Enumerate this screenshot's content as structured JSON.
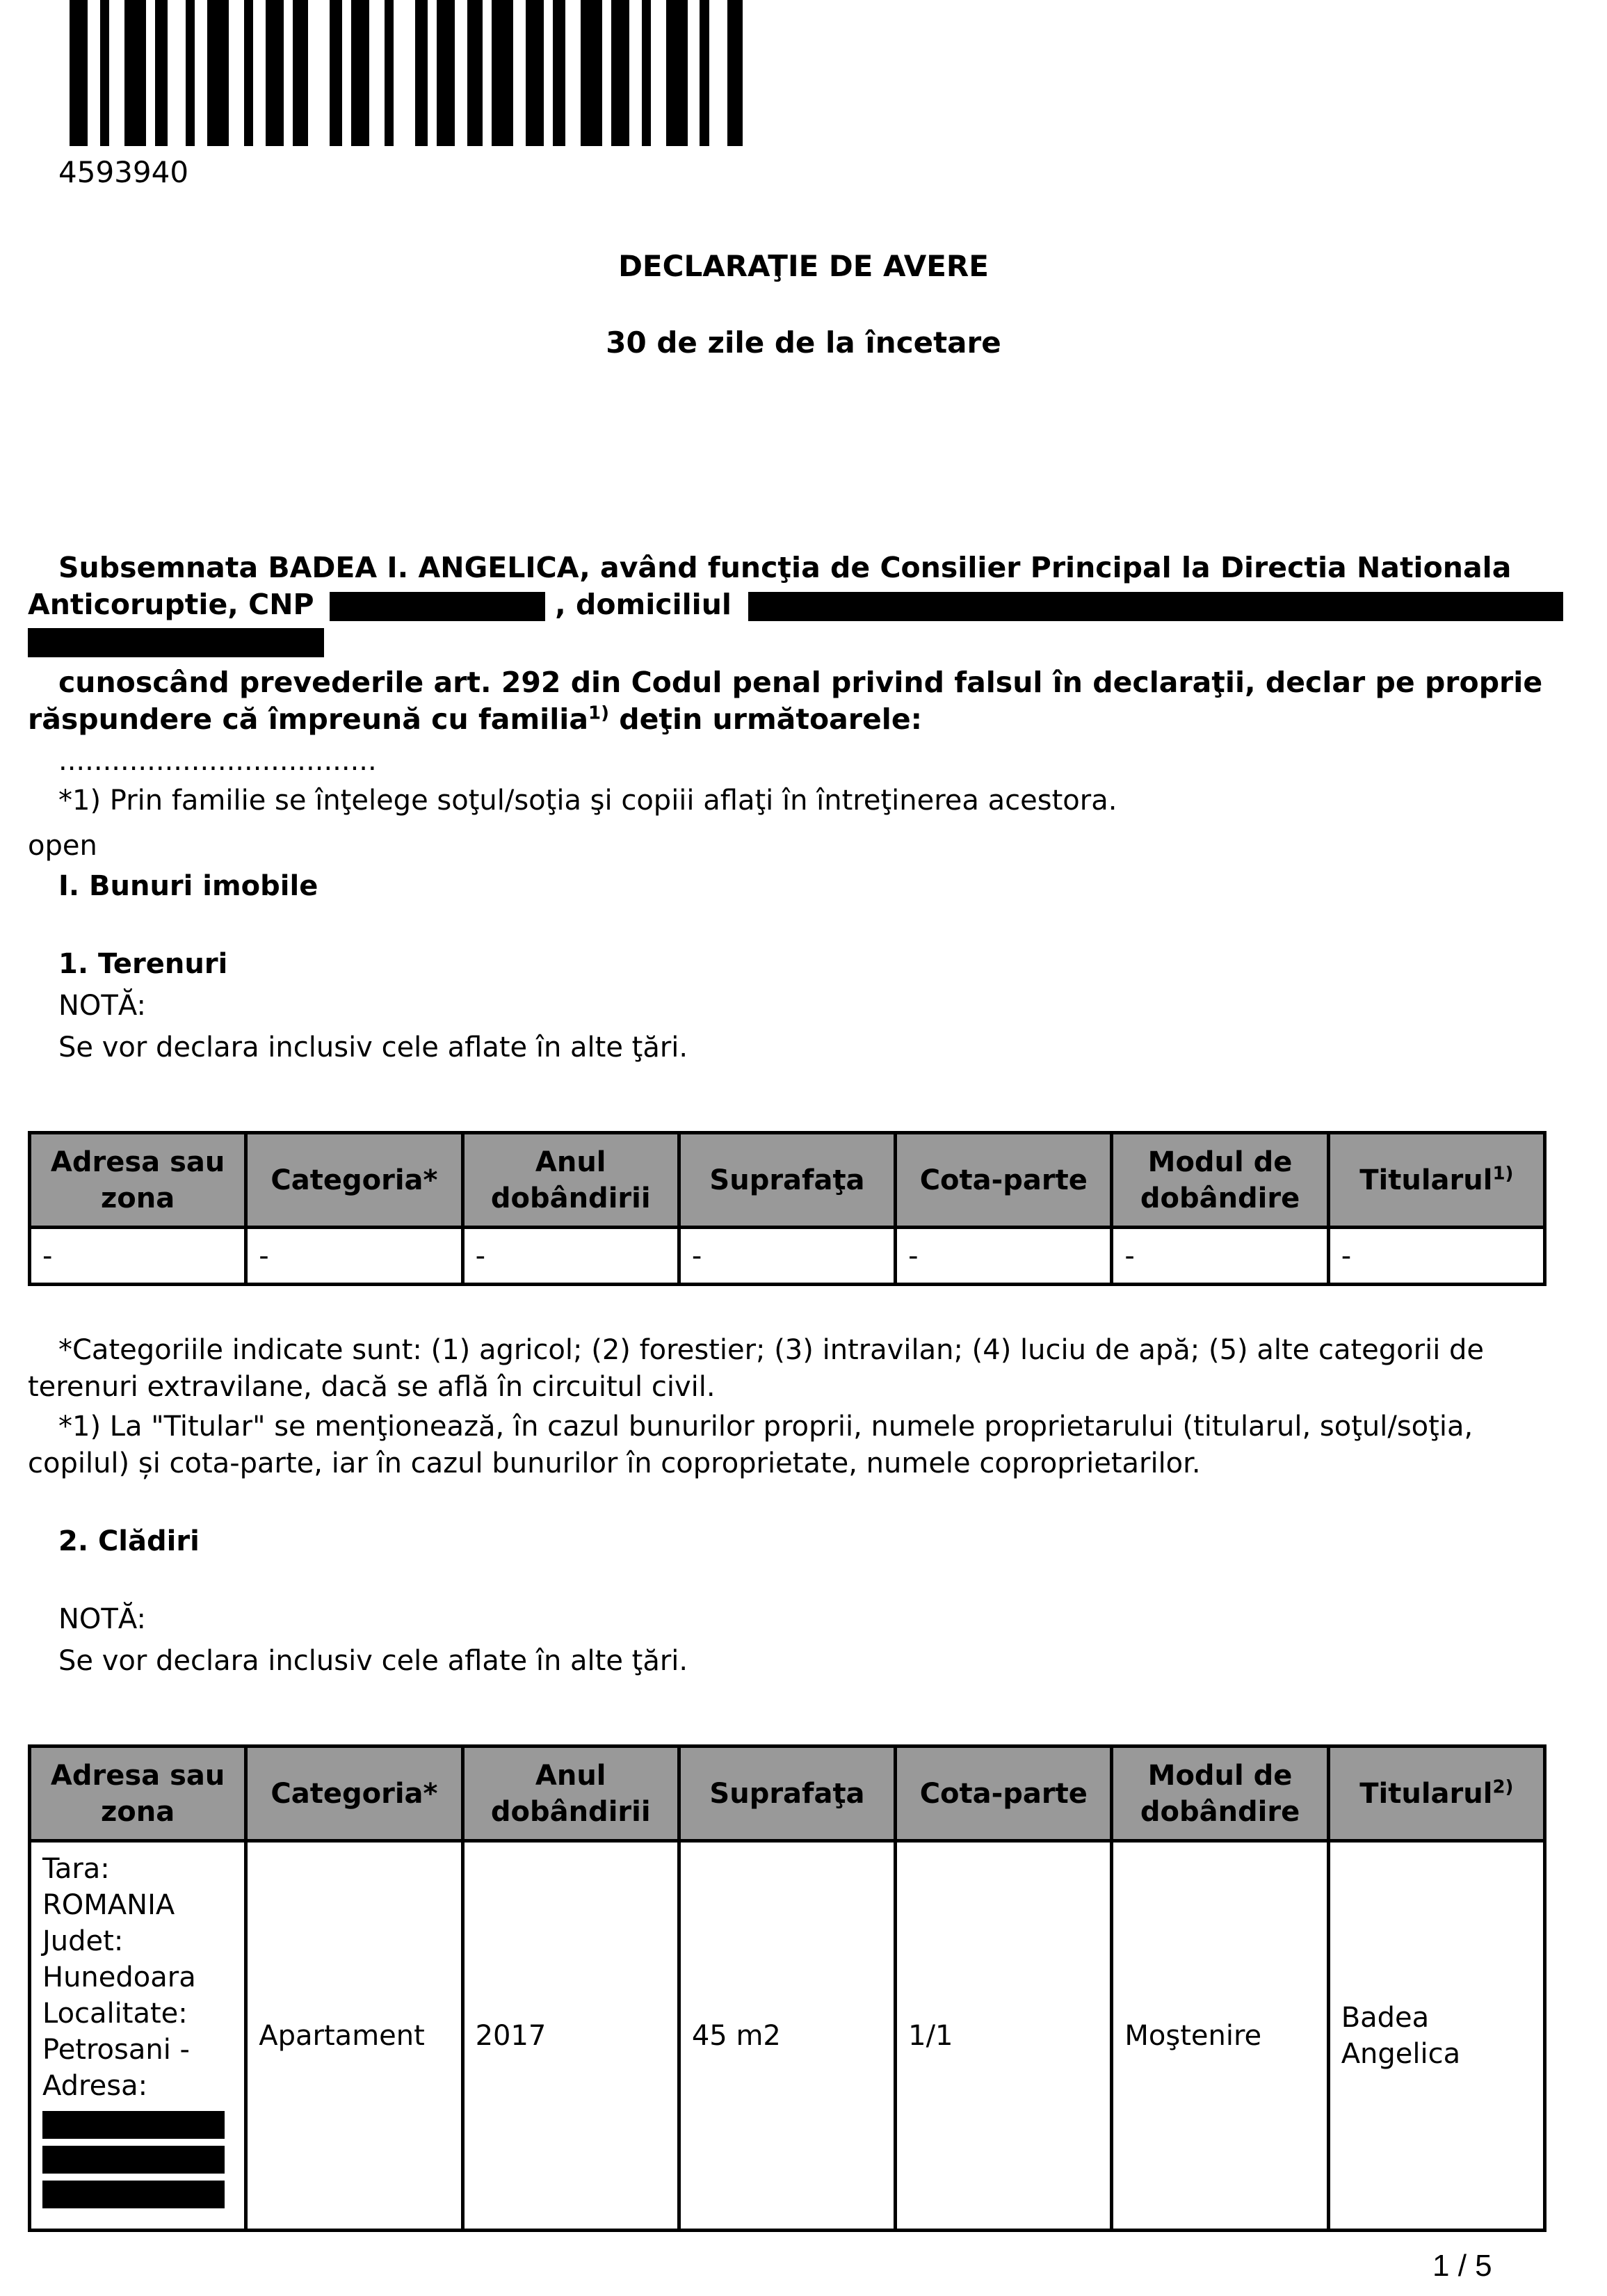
{
  "doc_id": "4593940",
  "title": "DECLARAŢIE DE AVERE",
  "subtitle": "30 de zile de la încetare",
  "intro": {
    "line1": "Subsemnata BADEA I. ANGELICA, având funcţia de Consilier Principal la Directia Nationala",
    "cnp_prefix": "Anticoruptie, CNP",
    "domiciliu_label": ", domiciliul",
    "declaration_line1": "cunoscând prevederile art. 292 din Codul penal privind falsul în declaraţii, declar pe proprie",
    "declaration_line2_a": "răspundere că împreună cu familia",
    "declaration_sup": "1)",
    "declaration_line2_b": " deţin următoarele:",
    "dots": "....................................",
    "family_note": "*1) Prin familie se înţelege soţul/soţia şi copiii aflaţi în întreţinerea acestora.",
    "open": "open"
  },
  "section1": {
    "heading": "I. Bunuri imobile",
    "sub1": "1. Terenuri",
    "note_label": "NOTĂ:",
    "note_text": "Se vor declara inclusiv cele aflate în alte ţări."
  },
  "table1": {
    "headers": [
      "Adresa sau zona",
      "Categoria*",
      "Anul dobândirii",
      "Suprafaţa",
      "Cota-parte",
      "Modul de dobândire",
      "Titularul"
    ],
    "titular_sup": "1)",
    "row": [
      "-",
      "-",
      "-",
      "-",
      "-",
      "-",
      "-"
    ]
  },
  "footnotes1": {
    "cat_line1": "*Categoriile indicate sunt: (1) agricol; (2) forestier; (3) intravilan; (4) luciu de apă; (5) alte categorii de",
    "cat_line2": "terenuri extravilane, dacă se află în circuitul civil.",
    "titular_line1": "*1) La \"Titular\" se menţionează, în cazul bunurilor proprii, numele proprietarului (titularul, soţul/soţia,",
    "titular_line2": "copilul) și cota-parte, iar în cazul bunurilor în coproprietate, numele coproprietarilor."
  },
  "section2": {
    "sub2": "2. Clădiri",
    "note_label": "NOTĂ:",
    "note_text": "Se vor declara inclusiv cele aflate în alte ţări."
  },
  "table2": {
    "headers": [
      "Adresa sau zona",
      "Categoria*",
      "Anul dobândirii",
      "Suprafaţa",
      "Cota-parte",
      "Modul de dobândire",
      "Titularul"
    ],
    "titular_sup": "2)",
    "address": [
      "Tara:",
      "ROMANIA",
      "Judet:",
      "Hunedoara",
      "Localitate:",
      "Petrosani -",
      "Adresa:"
    ],
    "row": {
      "categoria": "Apartament",
      "anul": "2017",
      "suprafata": "45 m2",
      "cota": "1/1",
      "modul": "Moştenire",
      "titular": "Badea Angelica"
    }
  },
  "page_number": "1 / 5"
}
